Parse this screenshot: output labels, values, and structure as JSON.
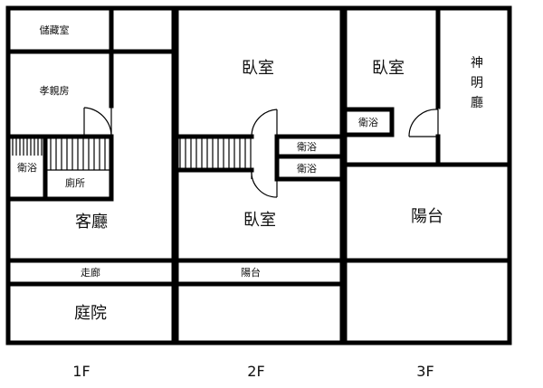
{
  "floors": [
    {
      "label": "1F",
      "rooms": {
        "storage": "儲藏室",
        "parents_room": "孝親房",
        "bath": "衛浴",
        "toilet": "廁所",
        "living_room": "客廳",
        "corridor": "走廊",
        "courtyard": "庭院"
      }
    },
    {
      "label": "2F",
      "rooms": {
        "bedroom_top": "臥室",
        "bath_top": "衛浴",
        "bath_bottom": "衛浴",
        "bedroom_bottom": "臥室",
        "balcony": "陽台"
      }
    },
    {
      "label": "3F",
      "rooms": {
        "bedroom": "臥室",
        "bath": "衛浴",
        "shrine_line1": "神",
        "shrine_line2": "明",
        "shrine_line3": "廳",
        "balcony": "陽台"
      }
    }
  ]
}
